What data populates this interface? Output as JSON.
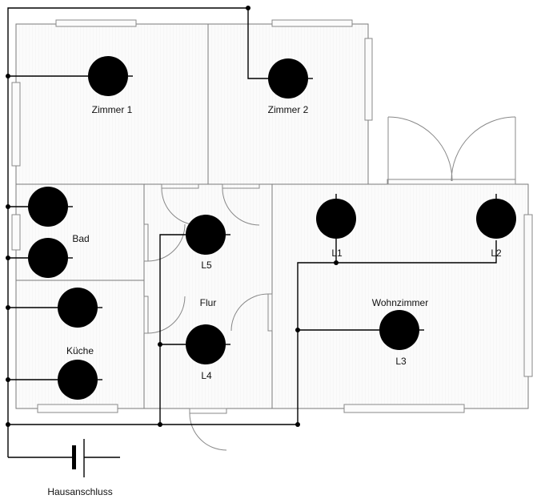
{
  "rooms": {
    "zimmer1": "Zimmer 1",
    "zimmer2": "Zimmer 2",
    "bad": "Bad",
    "kueche": "Küche",
    "flur": "Flur",
    "wohnzimmer": "Wohnzimmer"
  },
  "lamps": {
    "l1": "L1",
    "l2": "L2",
    "l3": "L3",
    "l4": "L4",
    "l5": "L5"
  },
  "supply": "Hausanschluss",
  "icons": {
    "lamp": "lamp-icon",
    "battery": "battery-icon"
  }
}
